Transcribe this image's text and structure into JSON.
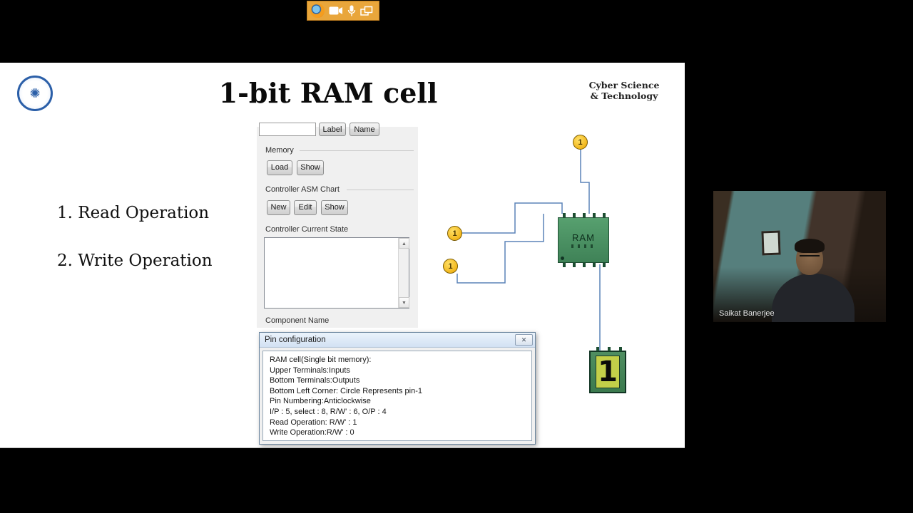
{
  "toolbar": {
    "icons": [
      "firefox",
      "video-camera",
      "microphone",
      "screen-share"
    ]
  },
  "slide": {
    "title": "1-bit RAM cell",
    "org_line1": "Cyber Science",
    "org_line2": "& Technology",
    "bullet1": "1. Read Operation",
    "bullet2": "2. Write Operation"
  },
  "panel": {
    "input_value": "",
    "label_button": "Label",
    "name_button": "Name",
    "memory": {
      "label": "Memory",
      "load": "Load",
      "show": "Show"
    },
    "asm": {
      "label": "Controller ASM Chart",
      "new": "New",
      "edit": "Edit",
      "show": "Show"
    },
    "state_label": "Controller Current State",
    "component_label": "Component Name",
    "scroll_up": "▲",
    "scroll_down": "▼"
  },
  "dialog": {
    "title": "Pin configuration",
    "close_glyph": "✕",
    "lines": [
      "RAM cell(Single bit memory):",
      "Upper Terminals:Inputs",
      "Bottom Terminals:Outputs",
      "Bottom Left Corner: Circle Represents pin-1",
      "Pin Numbering:Anticlockwise",
      "I/P : 5, select : 8, R/W' : 6, O/P : 4",
      "Read Operation: R/W' : 1",
      "Write Operation:R/W' : 0"
    ]
  },
  "circuit": {
    "ram_label": "RAM",
    "probe_top": "1",
    "probe_a": "1",
    "probe_b": "1",
    "display_value": "1"
  },
  "webcam": {
    "name": "Saikat Banerjee"
  }
}
